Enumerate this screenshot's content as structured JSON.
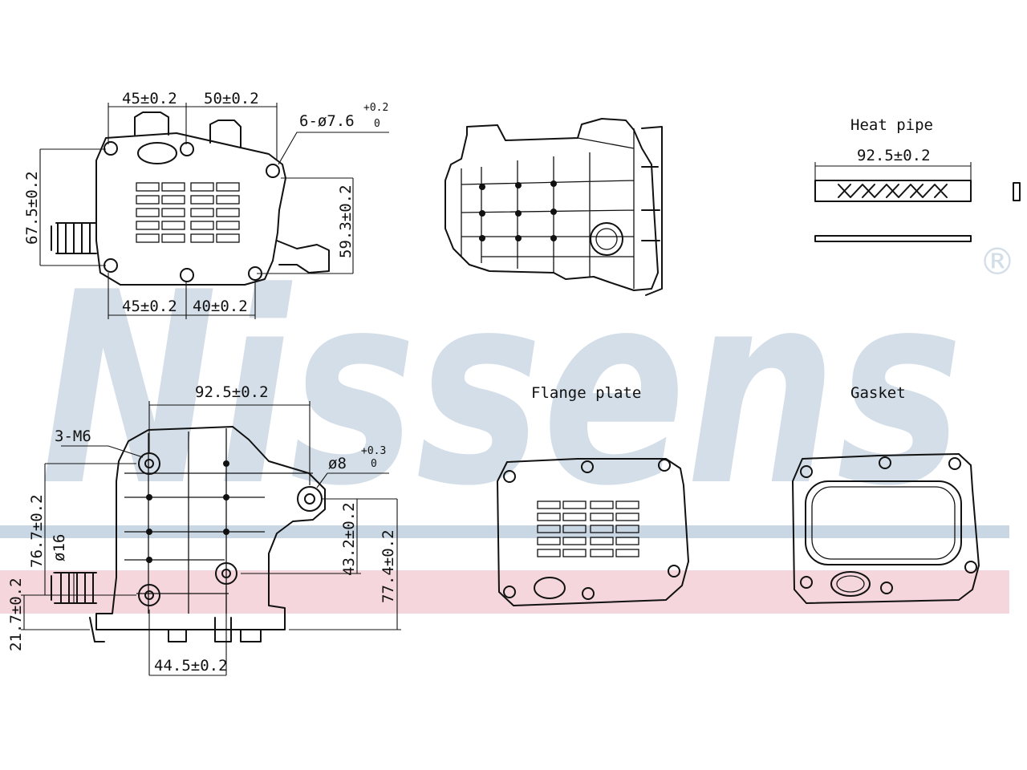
{
  "brand": {
    "name": "Nissens",
    "registered_mark": "®",
    "watermark_color": "#d3dee8",
    "stripe_blue": "#c9d7e4",
    "stripe_pink": "#f4d6dc"
  },
  "views": {
    "top_view": {
      "dim_top_left": "45±0.2",
      "dim_top_right": "50±0.2",
      "hole_callout": "6-ø7.6",
      "hole_callout_tol": "+0.2",
      "hole_callout_tol_low": "0",
      "dim_height_left": "67.5±0.2",
      "dim_height_right": "59.3±0.2",
      "dim_bottom_left": "45±0.2",
      "dim_bottom_right": "40±0.2"
    },
    "front_view": {
      "dim_width": "92.5±0.2",
      "thread_callout": "3-M6",
      "hole_callout": "ø8",
      "hole_callout_tol": "+0.3",
      "hole_callout_tol_low": "0",
      "dim_diameter": "ø16",
      "dim_height_a": "76.7±0.2",
      "dim_height_b": "43.2±0.2",
      "dim_height_c": "77.4±0.2",
      "dim_height_d": "21.7±0.2",
      "dim_bottom": "44.5±0.2"
    },
    "heat_pipe": {
      "title": "Heat pipe",
      "dim_length": "92.5±0.2"
    },
    "flange_plate": {
      "title": "Flange plate"
    },
    "gasket": {
      "title": "Gasket"
    }
  }
}
